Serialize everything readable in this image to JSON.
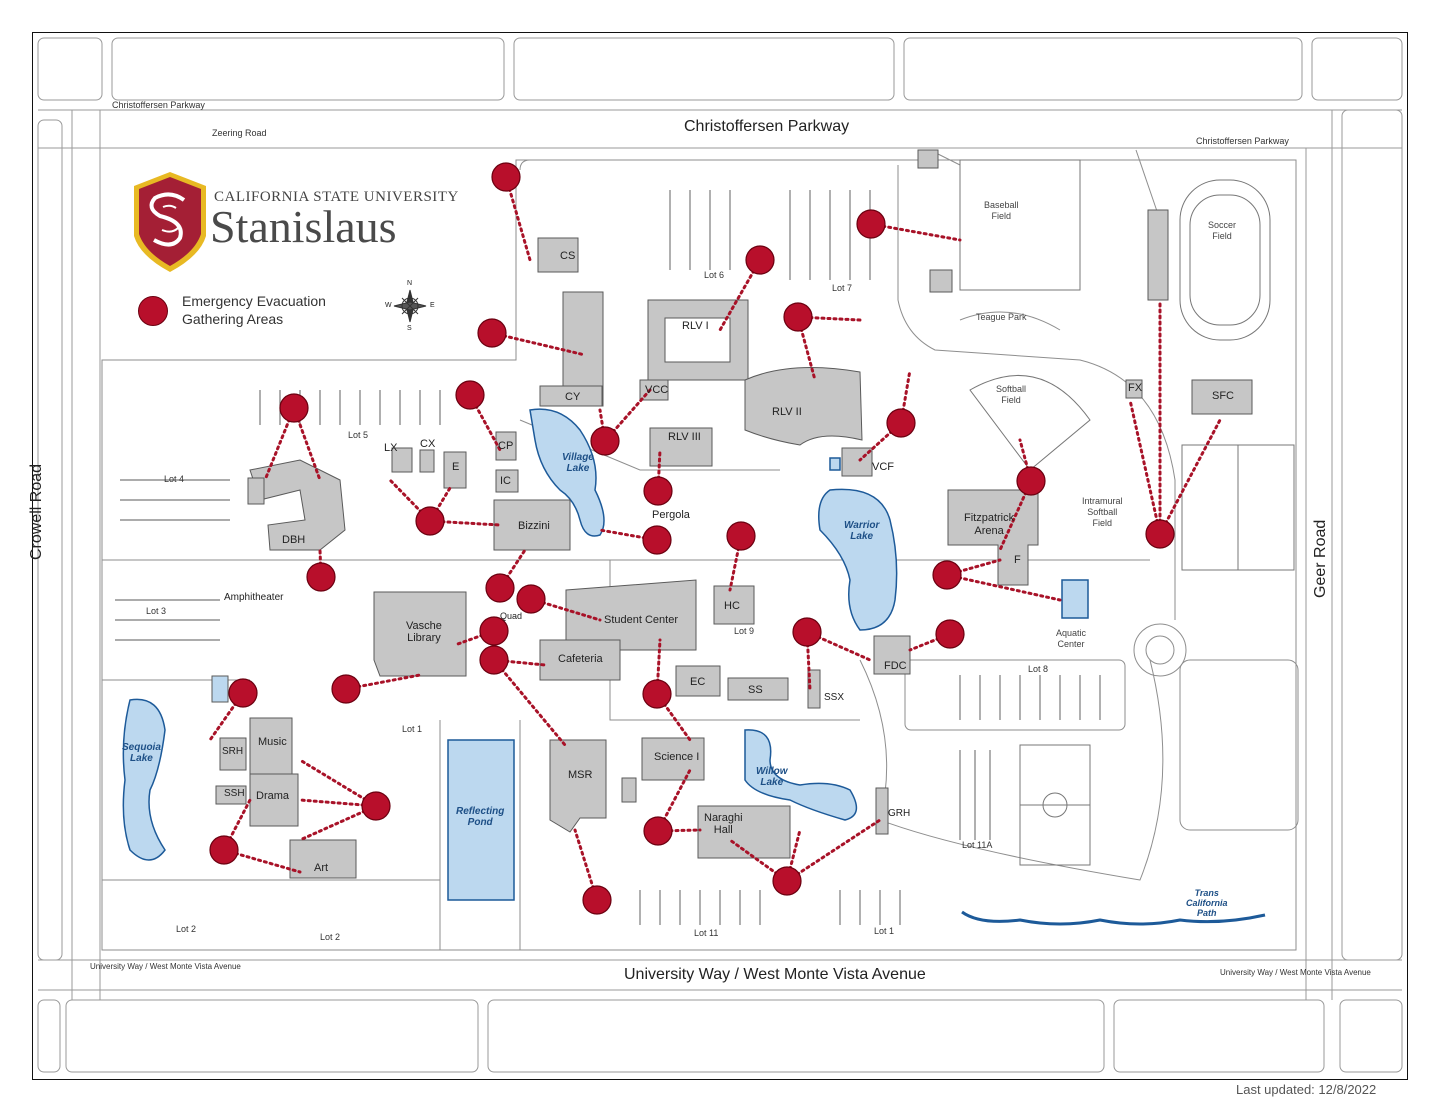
{
  "brand": {
    "university_line": "CALIFORNIA STATE UNIVERSITY",
    "name": "Stanislaus",
    "logo_color": "#a41f35",
    "logo_gold": "#e8b923"
  },
  "legend": {
    "line1": "Emergency Evacuation",
    "line2": "Gathering Areas",
    "dot_color": "#b80f2b"
  },
  "compass": {
    "n": "N",
    "s": "S",
    "e": "E",
    "w": "W"
  },
  "roads": {
    "north_main": "Christoffersen Parkway",
    "north_small_left": "Christoffersen Parkway",
    "north_small_right": "Christoffersen Parkway",
    "zeering": "Zeering Road",
    "south_main": "University Way / West Monte Vista Avenue",
    "south_small_left": "University Way / West Monte Vista Avenue",
    "south_small_right": "University Way / West Monte Vista Avenue",
    "west": "Crowell Road",
    "east": "Geer Road"
  },
  "buildings": {
    "cs": "CS",
    "cy": "CY",
    "vcc": "VCC",
    "rlv1": "RLV I",
    "rlv2": "RLV II",
    "rlv3": "RLV III",
    "lx": "LX",
    "cx": "CX",
    "e": "E",
    "cp": "CP",
    "ic": "IC",
    "bizzini": "Bizzini",
    "pergola": "Pergola",
    "dbh": "DBH",
    "vcf": "VCF",
    "fitzpatrick": "Fitzpatrick\nArena",
    "f": "F",
    "fx": "FX",
    "sfc": "SFC",
    "hc": "HC",
    "student_center": "Student Center",
    "cafeteria": "Cafeteria",
    "vasche": "Vasche\nLibrary",
    "quad": "Quad",
    "amphitheater": "Amphitheater",
    "ec": "EC",
    "ss": "SS",
    "ssx": "SSX",
    "fdc": "FDC",
    "music": "Music",
    "srh": "SRH",
    "ssh": "SSH",
    "drama": "Drama",
    "art": "Art",
    "msr": "MSR",
    "science": "Science I",
    "naraghi": "Naraghi\nHall",
    "grh": "GRH",
    "aquatic": "Aquatic\nCenter"
  },
  "water": {
    "village_lake": "Village\nLake",
    "warrior_lake": "Warrior\nLake",
    "sequoia_lake": "Sequoia\nLake",
    "willow_lake": "Willow\nLake",
    "reflecting_pond": "Reflecting\nPond",
    "trans_california": "Trans\nCalifornia\nPath",
    "water_color": "#bcd8ef",
    "water_edge": "#1d5a99"
  },
  "fields": {
    "baseball": "Baseball\nField",
    "soccer": "Soccer\nField",
    "teague": "Teague Park",
    "softball": "Softball\nField",
    "intramural": "Intramural\nSoftball\nField"
  },
  "lots": {
    "lot1": "Lot 1",
    "lot2a": "Lot 2",
    "lot2b": "Lot 2",
    "lot3": "Lot 3",
    "lot4": "Lot 4",
    "lot5": "Lot 5",
    "lot6": "Lot 6",
    "lot7": "Lot 7",
    "lot8": "Lot 8",
    "lot9": "Lot 9",
    "lot11": "Lot 11",
    "lot11b": "Lot 1",
    "lot11a": "Lot 11A"
  },
  "colors": {
    "building": "#c6c6c6",
    "building_edge": "#5a5a5a",
    "path_dots": "#a81228",
    "road_line": "#9a9a9a"
  },
  "last_updated": "Last updated: 12/8/2022"
}
